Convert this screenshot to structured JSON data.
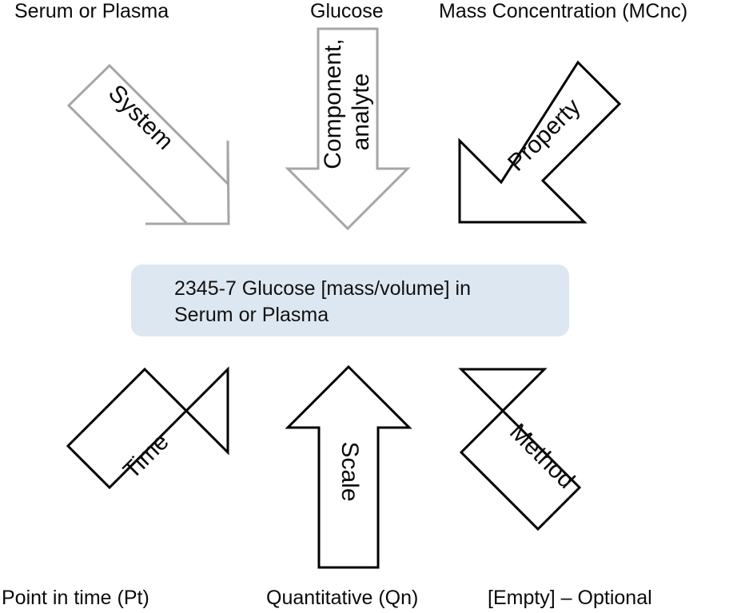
{
  "diagram": {
    "title": "LOINC code six-axis structure",
    "center_box": {
      "line1": "2345-7 Glucose [mass/volume] in",
      "line2": "Serum or Plasma",
      "fill_color": "#dde7f1"
    },
    "top_labels": [
      {
        "id": "system-label",
        "text": "Serum or Plasma"
      },
      {
        "id": "component-label",
        "text": "Glucose"
      },
      {
        "id": "property-label",
        "text": "Mass Concentration (MCnc)"
      }
    ],
    "bottom_labels": [
      {
        "id": "time-label",
        "text": "Point in time (Pt)"
      },
      {
        "id": "scale-label",
        "text": "Quantitative (Qn)"
      },
      {
        "id": "method-label",
        "text": "[Empty] – Optional"
      }
    ],
    "arrows": [
      {
        "id": "system-arrow",
        "text": "System",
        "direction": "down-right",
        "stroke": "#a6a6a6"
      },
      {
        "id": "component-arrow",
        "text_line1": "Component,",
        "text_line2": "analyte",
        "direction": "down",
        "stroke": "#a6a6a6"
      },
      {
        "id": "property-arrow",
        "text": "Property",
        "direction": "down-left",
        "stroke": "#000000"
      },
      {
        "id": "time-arrow",
        "text": "Time",
        "direction": "up-right",
        "stroke": "#000000"
      },
      {
        "id": "scale-arrow",
        "text": "Scale",
        "direction": "up",
        "stroke": "#000000"
      },
      {
        "id": "method-arrow",
        "text": "Method",
        "direction": "up-left",
        "stroke": "#000000"
      }
    ]
  }
}
